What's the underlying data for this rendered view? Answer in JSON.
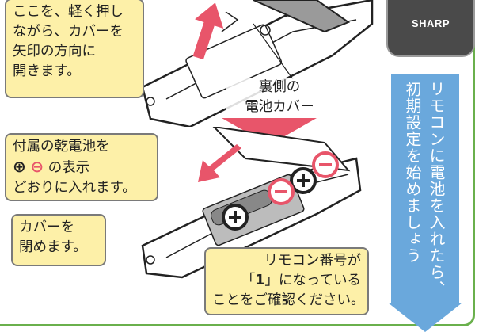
{
  "callouts": {
    "open_cover": {
      "lines": [
        "ここを、軽く押し",
        "ながら、カバーを",
        "矢印の方向に",
        "開きます。"
      ]
    },
    "battery_cover_label": [
      "裏側の",
      "電池カバー"
    ],
    "insert_batteries": {
      "line1": "付属の乾電池を",
      "plus_symbol": "⊕",
      "minus_symbol": "⊖",
      "line2_suffix": "の表示",
      "line3": "どおりに入れます。"
    },
    "close_cover": {
      "lines": [
        "カバーを",
        "閉めます。"
      ]
    },
    "remote_number": {
      "line1": "リモコン番号が",
      "line2_prefix": "「",
      "line2_number": "1",
      "line2_suffix": "」になっている",
      "line3": "ことをご確認ください。"
    }
  },
  "brand": "SHARP",
  "banner": {
    "column1": "リモコンに電池を入れたら、",
    "column2": "初期設定を始めましょう"
  },
  "colors": {
    "callout_fill": "#fdf0a8",
    "arrow_pink": "#e8556a",
    "banner_blue": "#6aa8dc",
    "border_green": "#6ab04c"
  }
}
